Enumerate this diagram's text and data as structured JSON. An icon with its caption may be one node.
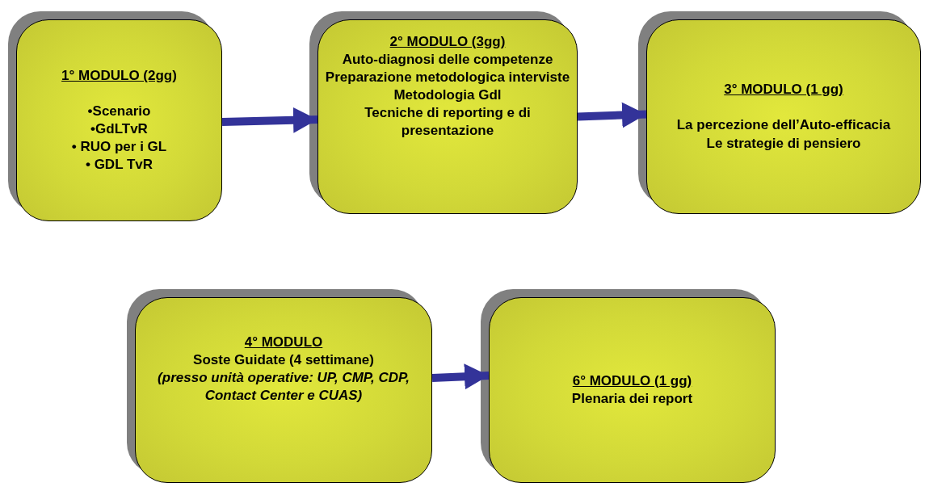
{
  "diagram": {
    "nodes": [
      {
        "text": [
          "1° MODULO (2gg)",
          "•Scenario",
          "•GdLTvR",
          "• RUO per i GL",
          "• GDL TvR"
        ]
      },
      {
        "text": [
          "2° MODULO (3gg)",
          "Auto-diagnosi delle competenze",
          "Preparazione metodologica interviste",
          "Metodologia Gdl",
          "Tecniche di reporting e di presentazione"
        ]
      },
      {
        "text": [
          "3° MODULO (1 gg)",
          "La percezione dell’Auto-efficacia",
          "Le strategie di pensiero"
        ]
      },
      {
        "text": [
          "4° MODULO",
          "Soste Guidate (4 settimane)",
          "(presso unità operative: UP, CMP, CDP, Contact Center  e CUAS)"
        ]
      },
      {
        "text": [
          "6° MODULO (1 gg)",
          "Plenaria dei report"
        ]
      }
    ],
    "edges": [
      {
        "from": 0,
        "to": 1,
        "arrow": "to"
      },
      {
        "from": 1,
        "to": 2,
        "arrow": "to"
      },
      {
        "from": 3,
        "to": 4,
        "arrow": "to"
      }
    ]
  }
}
